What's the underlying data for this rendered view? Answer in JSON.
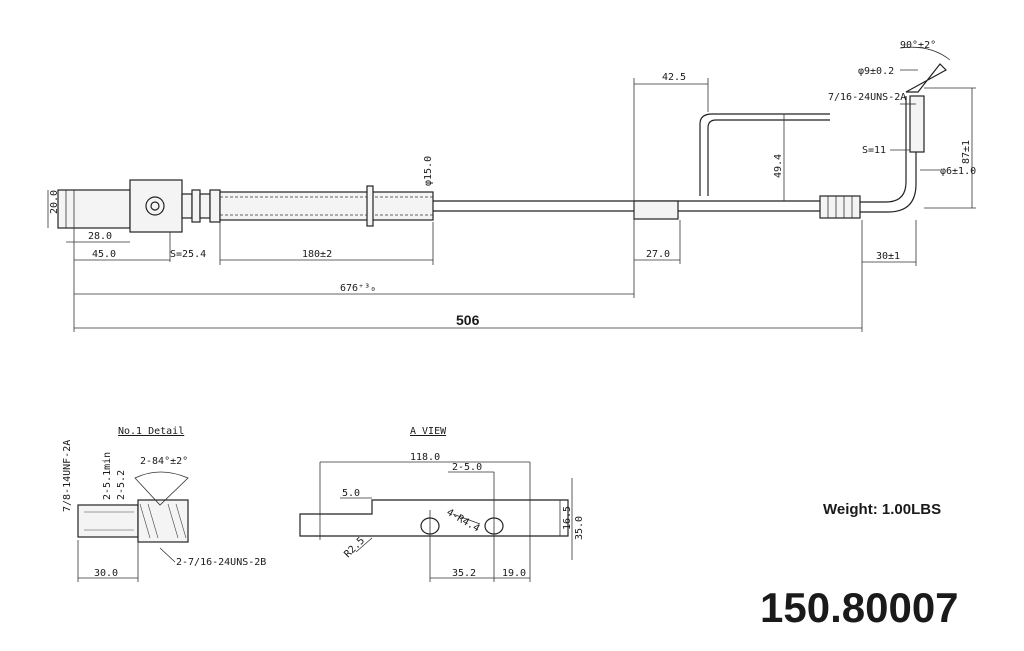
{
  "main_view": {
    "dims": {
      "d20": "20.0",
      "d28": "28.0",
      "d45": "45.0",
      "s254": "S=25.4",
      "d180": "180±2",
      "phi15": "φ15.0",
      "d676": "676⁺³₀",
      "d506": "506",
      "d27": "27.0",
      "d425": "42.5",
      "d494": "49.4",
      "d30": "30±1",
      "angle": "90°±2°",
      "phi9": "φ9±0.2",
      "thread": "7/16-24UNS-2A",
      "s11": "S=11",
      "d87": "87±1",
      "phi6": "φ6±1.0"
    }
  },
  "detail_view": {
    "title": "No.1 Detail",
    "thread_side": "7/8-14UNF-2A",
    "min": "2-5.1min",
    "d52": "2-5.2",
    "angle": "2-84°±2°",
    "thread_bottom": "2-7/16-24UNS-2B",
    "d30": "30.0"
  },
  "a_view": {
    "title": "A VIEW",
    "d118": "118.0",
    "d250": "2-5.0",
    "d5": "5.0",
    "r44": "4-R4.4",
    "r25": "R2.5",
    "d165": "16.5",
    "d35v": "35.0",
    "d352": "35.2",
    "d19": "19.0"
  },
  "info": {
    "weight": "Weight: 1.00LBS",
    "part_number": "150.80007"
  }
}
